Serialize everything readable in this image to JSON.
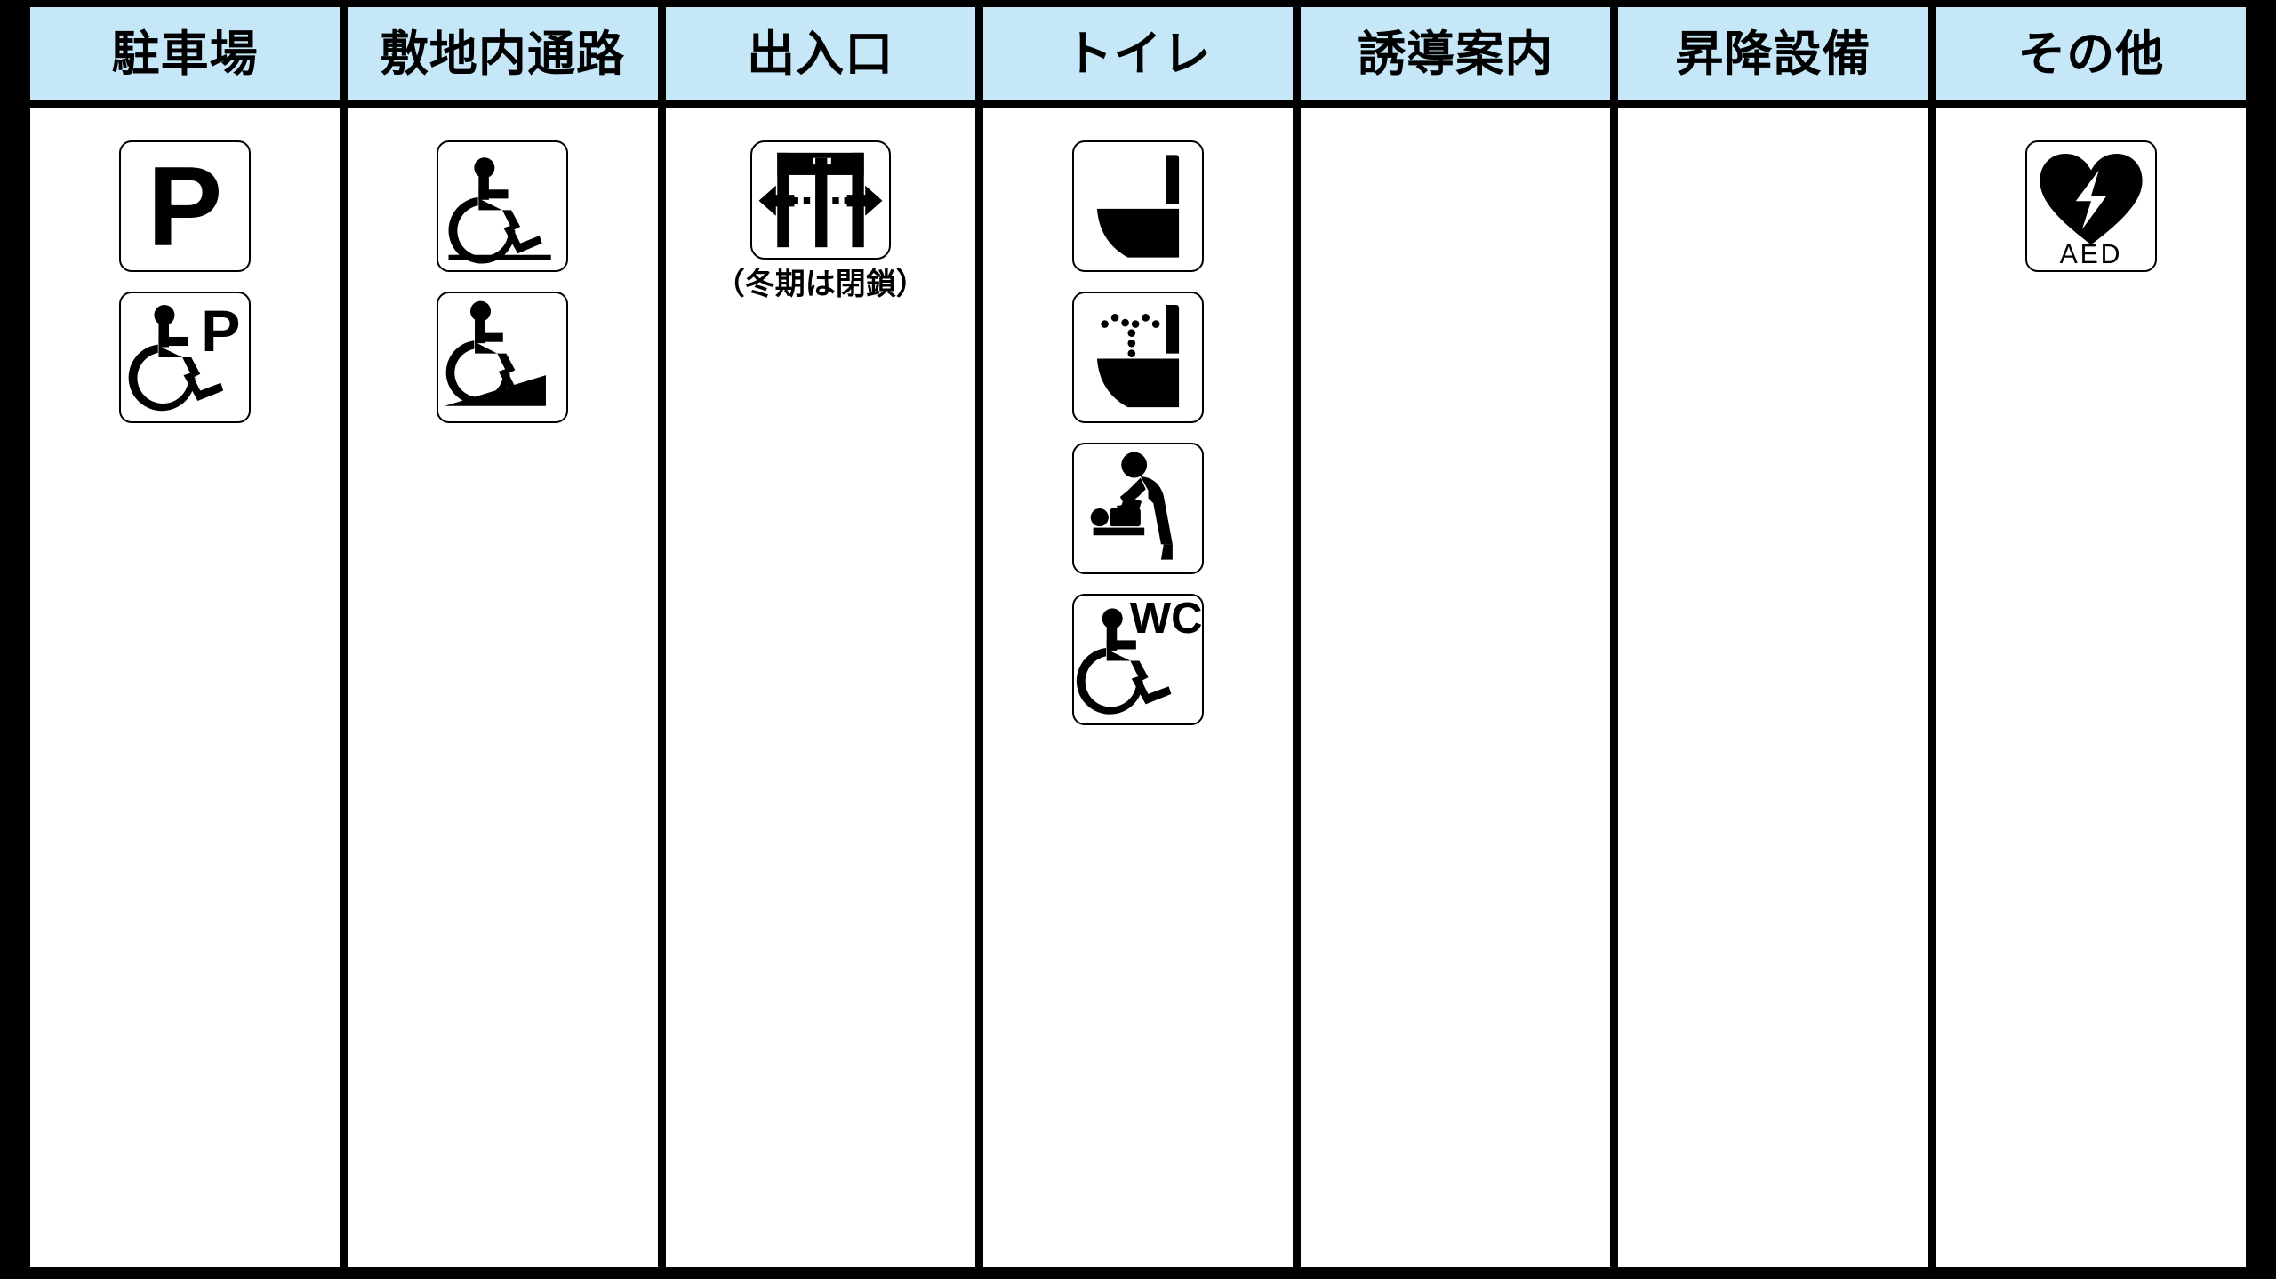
{
  "table": {
    "header_bg": "#c5e7f7",
    "grid_color": "#000000",
    "cell_bg": "#ffffff",
    "columns": [
      {
        "id": "parking",
        "header": "駐車場",
        "items": [
          {
            "icon": "parking-p-icon",
            "caption": ""
          },
          {
            "icon": "accessible-parking-icon",
            "caption": ""
          }
        ]
      },
      {
        "id": "site-path",
        "header": "敷地内通路",
        "items": [
          {
            "icon": "wheelchair-level-path-icon",
            "caption": ""
          },
          {
            "icon": "wheelchair-ramp-icon",
            "caption": ""
          }
        ]
      },
      {
        "id": "entrance",
        "header": "出入口",
        "items": [
          {
            "icon": "automatic-sliding-door-icon",
            "caption": "（冬期は閉鎖）"
          }
        ]
      },
      {
        "id": "toilet",
        "header": "トイレ",
        "items": [
          {
            "icon": "western-toilet-icon",
            "caption": ""
          },
          {
            "icon": "washlet-bidet-toilet-icon",
            "caption": ""
          },
          {
            "icon": "baby-changing-table-icon",
            "caption": ""
          },
          {
            "icon": "accessible-wc-icon",
            "caption": "WC"
          }
        ]
      },
      {
        "id": "guidance",
        "header": "誘導案内",
        "items": []
      },
      {
        "id": "elevator",
        "header": "昇降設備",
        "items": []
      },
      {
        "id": "other",
        "header": "その他",
        "items": [
          {
            "icon": "aed-icon",
            "caption": "AED"
          }
        ]
      }
    ]
  }
}
